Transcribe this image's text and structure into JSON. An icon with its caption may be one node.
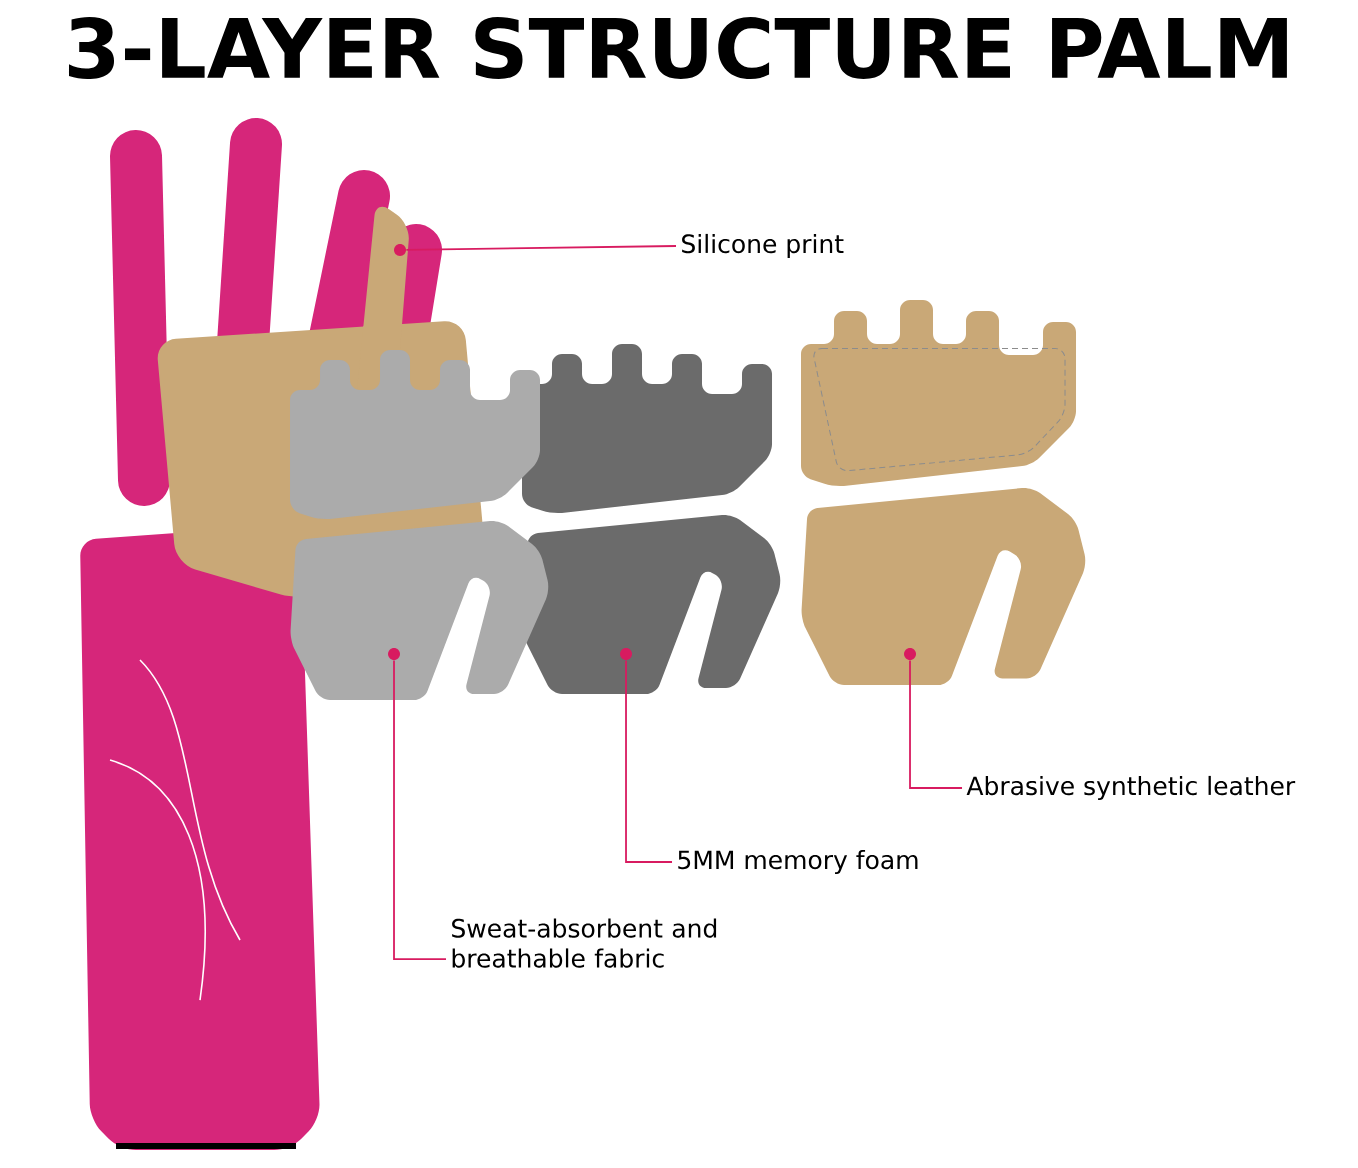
{
  "diagram": {
    "title": "3-LAYER STRUCTURE PALM",
    "nodes": [
      {
        "text": [
          "Silicone print"
        ]
      },
      {
        "text": [
          "Sweat-absorbent and breathable fabric"
        ]
      },
      {
        "text": [
          "5MM memory foam"
        ]
      },
      {
        "text": [
          "Abrasive synthetic leather"
        ]
      },
      {
        "text": [],
        "shape": "picture"
      },
      {
        "text": [],
        "shape": "picture"
      },
      {
        "text": [],
        "shape": "picture"
      },
      {
        "text": [],
        "shape": "picture"
      }
    ],
    "edges": [
      {
        "from": 0,
        "to": 4,
        "arrow": "none"
      },
      {
        "from": 1,
        "to": 5,
        "arrow": "none"
      },
      {
        "from": 2,
        "to": 6,
        "arrow": "none"
      },
      {
        "from": 3,
        "to": 7,
        "arrow": "none"
      }
    ]
  }
}
